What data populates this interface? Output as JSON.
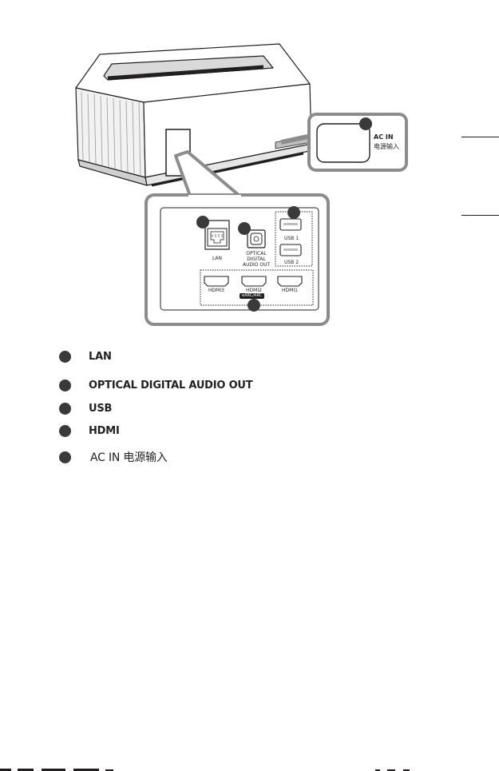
{
  "figure": {
    "ac_in_label": "AC IN",
    "ac_in_cn_label": "电源输入",
    "ports": {
      "lan": "LAN",
      "optical_line1": "OPTICAL",
      "optical_line2": "DIGITAL",
      "optical_line3": "AUDIO OUT",
      "usb1": "USB 1",
      "usb2": "USB 2",
      "hdmi3": "HDMI3",
      "hdmi2": "HDMI2",
      "hdmi2_badge": "eARC/ARC",
      "hdmi1": "HDMI1"
    }
  },
  "legend": {
    "items": [
      {
        "label": "LAN"
      },
      {
        "label": "OPTICAL DIGITAL AUDIO OUT"
      },
      {
        "label": "USB"
      },
      {
        "label": "HDMI"
      },
      {
        "label": "AC IN 电源输入"
      }
    ]
  },
  "colors": {
    "line": "#231f20",
    "callout_border": "#8c8c8c",
    "badge": "#3a3a3a"
  }
}
